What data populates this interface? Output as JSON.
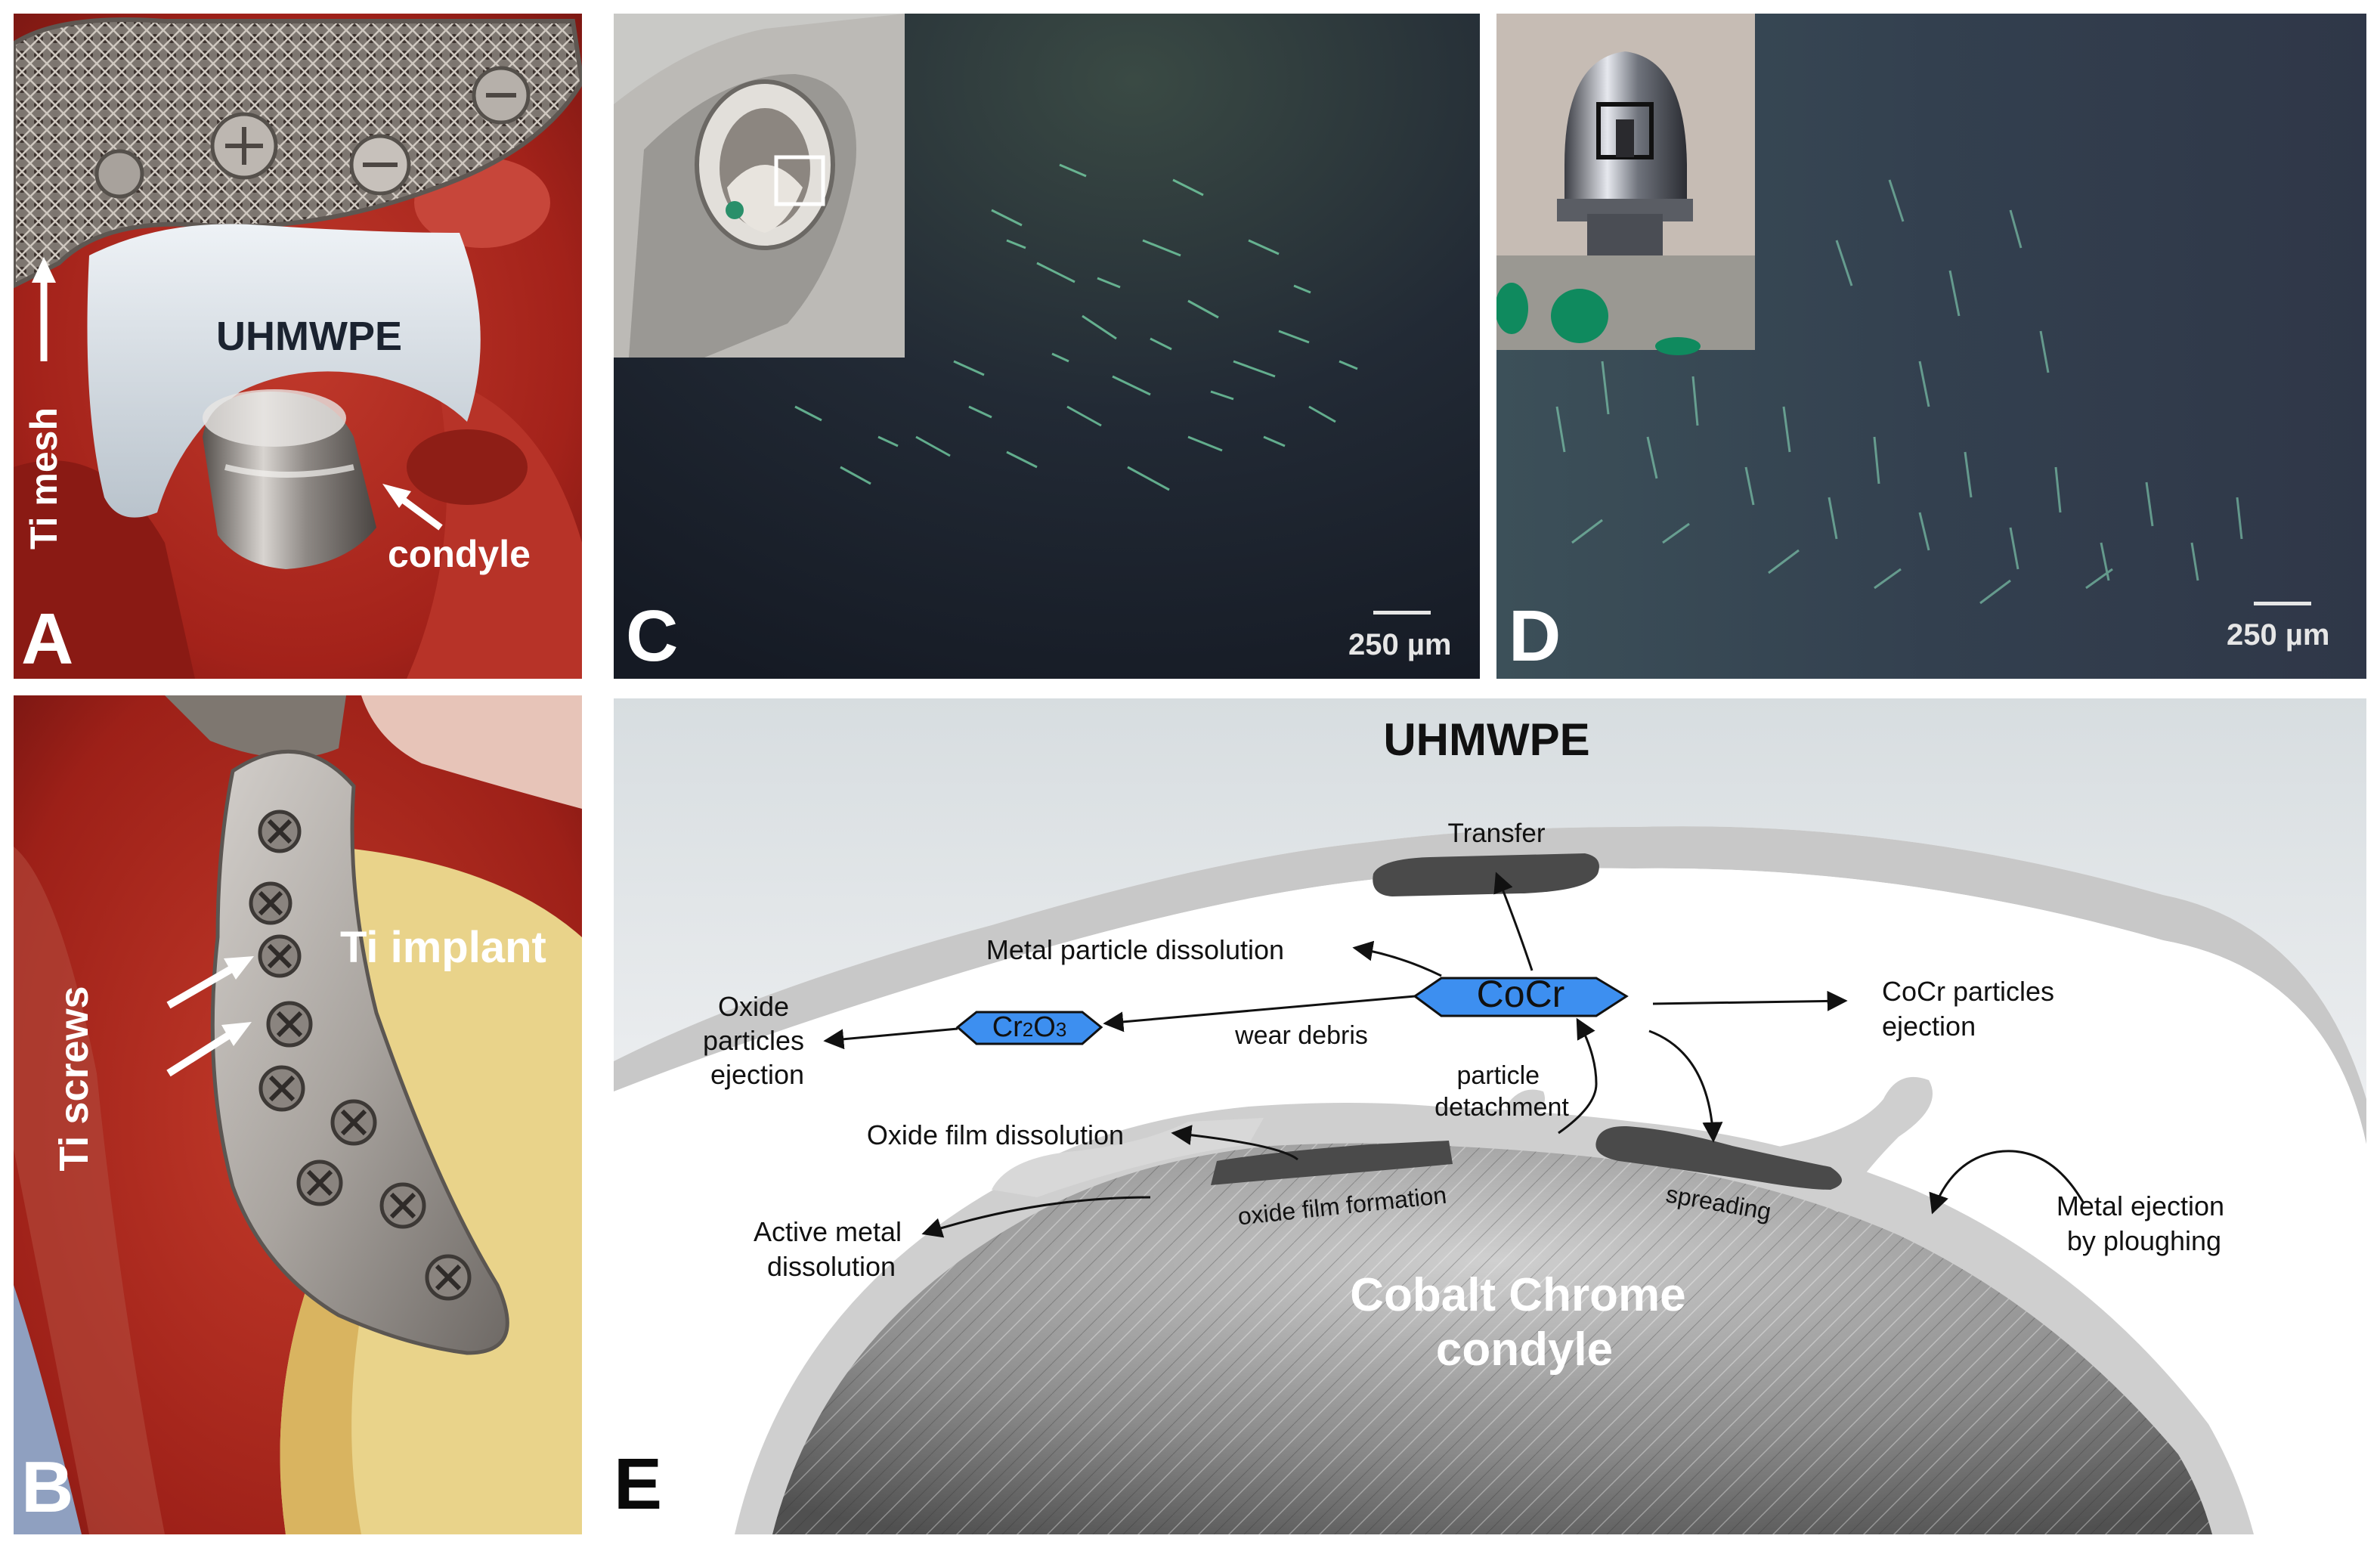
{
  "panels": {
    "a": {
      "letter": "A",
      "labels": {
        "material": "UHMWPE",
        "condyle": "condyle",
        "mesh": "Ti mesh"
      }
    },
    "b": {
      "letter": "B",
      "labels": {
        "implant": "Ti implant",
        "screws": "Ti screws"
      }
    },
    "c": {
      "letter": "C",
      "scale": "250 µm"
    },
    "d": {
      "letter": "D",
      "scale": "250 µm"
    },
    "e": {
      "letter": "E",
      "labels": {
        "top_material": "UHMWPE",
        "transfer": "Transfer",
        "metal_particle_dissolution": "Metal particle dissolution",
        "oxide_particles_ejection": [
          "Oxide",
          "particles",
          "ejection"
        ],
        "cr2o3_main": "Cr",
        "cr2o3_sub1": "2",
        "cr2o3_mid": "O",
        "cr2o3_sub2": "3",
        "cocr": "CoCr",
        "wear_debris": "wear debris",
        "cocr_particles_ejection": [
          "CoCr particles",
          "ejection"
        ],
        "particle_detachment": [
          "particle",
          "detachment"
        ],
        "oxide_film_dissolution": "Oxide film dissolution",
        "oxide_film_formation": "oxide film formation",
        "spreading": "spreading",
        "active_metal_dissolution": [
          "Active metal",
          "dissolution"
        ],
        "metal_ejection": [
          "Metal ejection",
          "by ploughing"
        ],
        "condyle": [
          "Cobalt Chrome",
          "condyle"
        ]
      }
    }
  },
  "colors": {
    "tissue_red": "#a8231b",
    "polyethylene_white": "#dde3ea",
    "titanium": "#a9a49e",
    "micro_dark": "#1f2632",
    "scratch_green": "#7fe6b4",
    "oxide_grey": "#d4d4d4",
    "compound_blue": "#3d8ff0",
    "debris_dark": "#4a4a4a"
  }
}
